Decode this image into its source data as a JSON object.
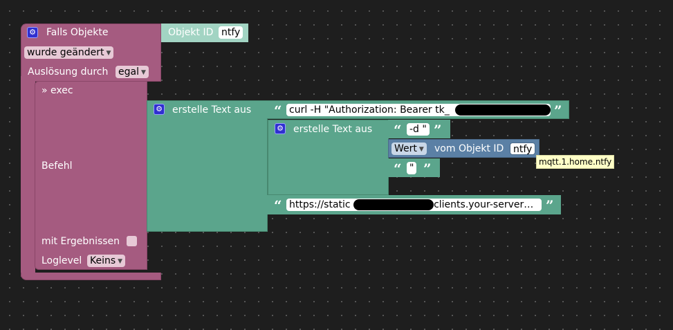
{
  "trigger_block": {
    "title": "Falls Objekte",
    "object_label": "Objekt ID",
    "object_value": "ntfy",
    "event_dropdown": "wurde geändert",
    "trigger_label": "Auslösung durch",
    "trigger_dropdown": "egal"
  },
  "exec_block": {
    "title": "» exec",
    "command_label": "Befehl",
    "results_label": "mit Ergebnissen",
    "loglevel_label": "Loglevel",
    "loglevel_dropdown": "Keins"
  },
  "text_join_outer": {
    "label": "erstelle Text aus",
    "string1": "curl -H \"Authorization: Bearer tk_",
    "string2": "https://static",
    "string2_suffix": ".clients.your-server…"
  },
  "text_join_inner": {
    "label": "erstelle Text aus",
    "string1": "-d \"",
    "value_dropdown": "Wert",
    "value_middle": "vom Objekt ID",
    "value_object": "ntfy",
    "string2": "\""
  },
  "tooltip": "mqtt.1.home.ntfy",
  "quote_open": "“",
  "quote_close": "”",
  "gear_glyph": "⚙",
  "caret_glyph": "▼",
  "colors": {
    "event_block": "#a55b80",
    "text_block": "#5ba58c",
    "object_block": "#5b80a5",
    "canvas": "#1e1e1e"
  }
}
